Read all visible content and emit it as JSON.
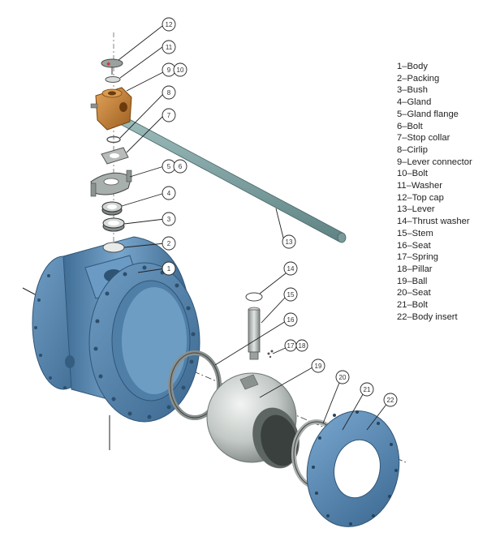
{
  "legend": {
    "items": [
      "1–Body",
      "2–Packing",
      "3–Bush",
      "4–Gland",
      "5–Gland flange",
      "6–Bolt",
      "7–Stop collar",
      "8–Cirlip",
      "9–Lever connector",
      "10–Bolt",
      "11–Washer",
      "12–Top cap",
      "13–Lever",
      "14–Thrust washer",
      "15–Stem",
      "16–Seat",
      "17–Spring",
      "18–Pillar",
      "19–Ball",
      "20–Seat",
      "21–Bolt",
      "22–Body insert"
    ]
  },
  "callouts": {
    "c1": "1",
    "c2": "2",
    "c3": "3",
    "c4": "4",
    "c5": "5",
    "c6": "6",
    "c7": "7",
    "c8": "8",
    "c9": "9",
    "c10": "10",
    "c11": "11",
    "c12": "12",
    "c13": "13",
    "c14": "14",
    "c15": "15",
    "c16": "16",
    "c17": "17",
    "c18": "18",
    "c19": "19",
    "c20": "20",
    "c21": "21",
    "c22": "22"
  },
  "colors": {
    "body_blue": "#5d8fb8",
    "body_dark": "#3f6d95",
    "ball_grey": "#c7ccc9",
    "lever_teal": "#7fa3a3",
    "connector_orange": "#c8843a"
  }
}
